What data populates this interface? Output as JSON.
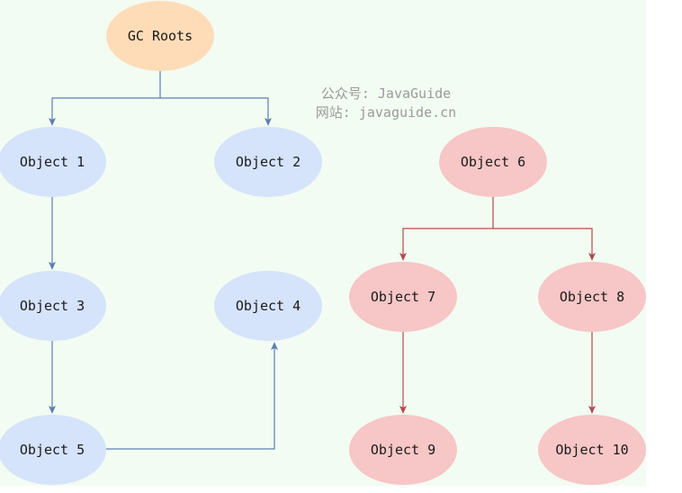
{
  "watermark": {
    "line1": "公众号: JavaGuide",
    "line2": "网站: javaguide.cn"
  },
  "nodes": {
    "gc_roots": "GC Roots",
    "obj1": "Object 1",
    "obj2": "Object 2",
    "obj3": "Object 3",
    "obj4": "Object 4",
    "obj5": "Object 5",
    "obj6": "Object 6",
    "obj7": "Object 7",
    "obj8": "Object 8",
    "obj9": "Object 9",
    "obj10": "Object 10"
  },
  "colors": {
    "root_fill": "#ffdcb8",
    "reachable_fill": "#d5e3fb",
    "unreachable_fill": "#f7c6c6",
    "reachable_edge": "#5b7fb3",
    "unreachable_edge": "#b34b4b",
    "background": "#f2fcf2"
  }
}
